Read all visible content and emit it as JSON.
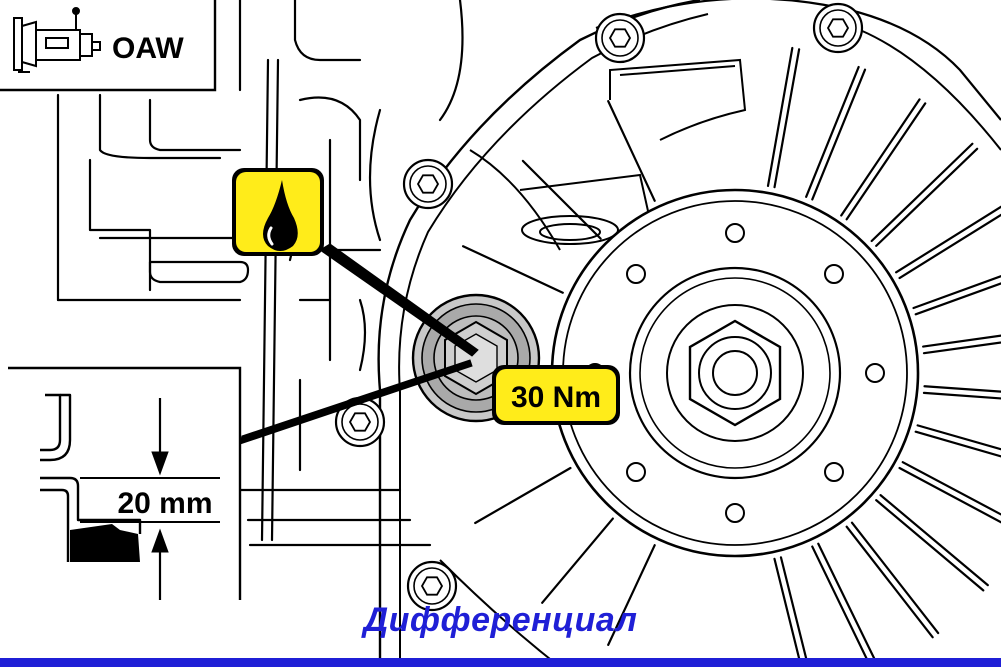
{
  "variant_code": "OAW",
  "torque_label": "30 Nm",
  "level_label": "20 mm",
  "caption": "Дифференциал",
  "colors": {
    "badge_fill": "#ffec1a",
    "caption": "#1f1fd6",
    "bottom_bar": "#1f1fd6",
    "plug_gray": "#b5b5b5",
    "line": "#000000"
  },
  "icons": {
    "gearbox": "gearbox-icon",
    "oil": "oil-drop-icon"
  }
}
